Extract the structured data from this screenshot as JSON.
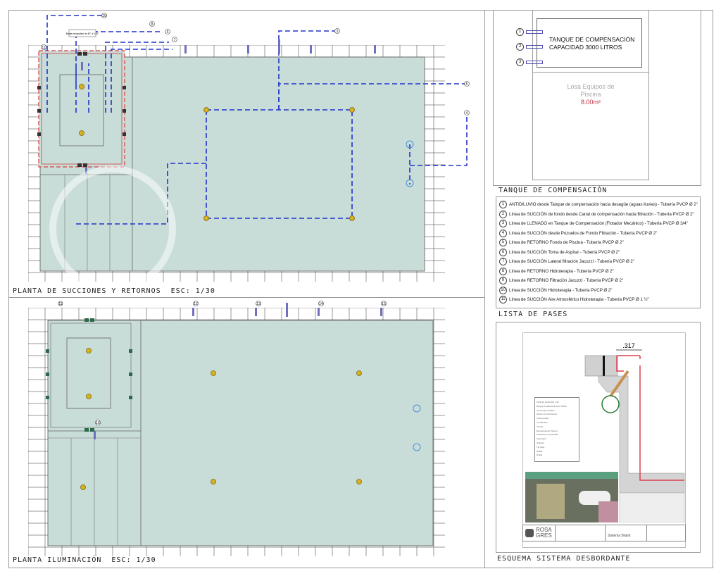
{
  "plans": {
    "top_title": "PLANTA DE SUCCIONES Y RETORNOS  ESC: 1/30",
    "bottom_title": "PLANTA ILUMINACIÓN  ESC: 1/30",
    "callout_note": "Borde rebosadero de 40\" a 0.10\"",
    "top_pipe_tags": [
      "10",
      "8",
      "6",
      "7",
      "3",
      "5",
      "4",
      "11"
    ],
    "bottom_tags": [
      "11",
      "12",
      "13",
      "14",
      "15",
      "16"
    ]
  },
  "tank": {
    "title": "TANQUE DE COMPENSACIÓN",
    "line1": "TANQUE DE COMPENSACIÓN",
    "line2": "CAPACIDAD 3000 LITROS",
    "inlets": [
      "1",
      "2",
      "3"
    ],
    "slab_line1": "Losa Equipos de",
    "slab_line2": "Piscina",
    "slab_area": "8.00m²"
  },
  "pases": {
    "title": "LISTA DE PASES",
    "items": [
      {
        "n": "1",
        "text": "ANTIDILUVIO desde Tanque de compensación hacia desagüe (aguas lluvias) - Tubería PVCP Ø 2\""
      },
      {
        "n": "2",
        "text": "Línea de SUCCIÓN de fondo desde Canal de compensación hacia filtración - Tubería PVCP Ø 2\""
      },
      {
        "n": "3",
        "text": "Línea de LLENADO en Tanque de Compensación (Flotador Mecánico) - Tubería PVCP Ø 3/4\""
      },
      {
        "n": "4",
        "text": "Línea de SUCCIÓN desde Pozuelos de Fondo Filtración - Tubería PVCP Ø 2\""
      },
      {
        "n": "5",
        "text": "Línea de RETORNO Fondo de Piscina - Tubería PVCP Ø 2\""
      },
      {
        "n": "6",
        "text": "Línea de SUCCIÓN Toma de Aspirar - Tubería PVCP Ø 2\""
      },
      {
        "n": "7",
        "text": "Línea de SUCCIÓN Lateral filtración Jacuzzi - Tubería PVCP Ø 2\""
      },
      {
        "n": "8",
        "text": "Línea de RETORNO Hidroterapia - Tubería PVCP Ø 2\""
      },
      {
        "n": "9",
        "text": "Línea de RETORNO Filtración Jacuzzi - Tubería PVCP Ø 2\""
      },
      {
        "n": "10",
        "text": "Línea de SUCCIÓN Hidroterapia - Tubería PVCP Ø 2\""
      },
      {
        "n": "11",
        "text": "Línea de SUCCIÓN Aire Atmosférico Hidroterapia - Tubería PVCP Ø 1 ½\""
      }
    ]
  },
  "detail": {
    "title": "ESQUEMA SISTEMA DESBORDANTE",
    "dimension": ".317",
    "legend": [
      "Perfil de borde Ref. 132",
      "Bloque Prefabricado Ref. 56046",
      "Junta Impermeable",
      "Mortero de Nivelación",
      "Impermeable",
      "Tie Alambre",
      "Tornillo",
      "Revestimiento Piscina",
      "Poliestireno Expandido",
      "Separador",
      "Sellante",
      "Tie Tape",
      "Rejilla",
      "Rejilla"
    ],
    "brand_top": "ROSA",
    "brand_bottom": "GRES",
    "project_label": "Sistema Briant"
  },
  "colors": {
    "water": "#c8dcd8",
    "pipe": "#2233cc",
    "jacuzzi_border": "#d94040",
    "light": "#d8b020",
    "tile_line": "#555555"
  }
}
